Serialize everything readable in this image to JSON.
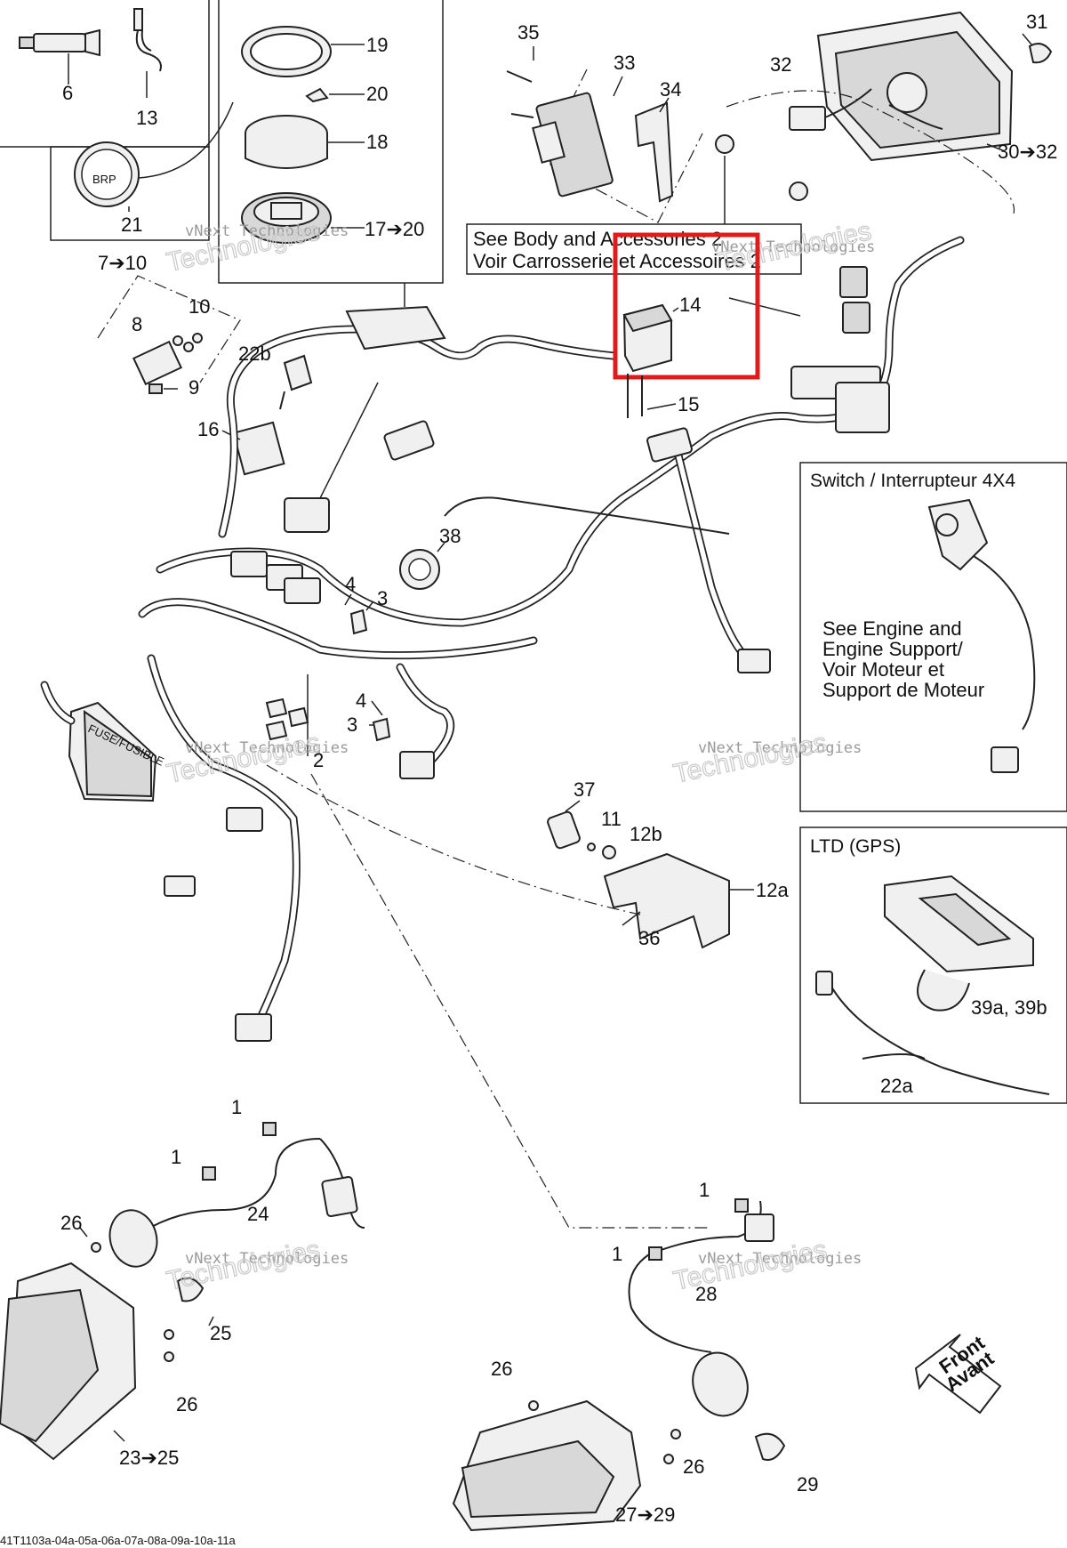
{
  "diagram": {
    "callouts": {
      "c6": "6",
      "c13": "13",
      "c19": "19",
      "c20": "20",
      "c18": "18",
      "c17_20": "17➔20",
      "c21": "21",
      "c35": "35",
      "c33": "33",
      "c34": "34",
      "c32": "32",
      "c31": "31",
      "c30_32": "30➔32",
      "c7_10": "7➔10",
      "c10": "10",
      "c8": "8",
      "c9": "9",
      "c22b": "22b",
      "c16": "16",
      "c14": "14",
      "c15": "15",
      "c38": "38",
      "c4a": "4",
      "c3a": "3",
      "c4b": "4",
      "c3b": "3",
      "c2": "2",
      "c37": "37",
      "c11": "11",
      "c12b": "12b",
      "c12a": "12a",
      "c36": "36",
      "c1a": "1",
      "c1b": "1",
      "c24": "24",
      "c26a": "26",
      "c25": "25",
      "c26b": "26",
      "c23_25": "23➔25",
      "c1c": "1",
      "c1d": "1",
      "c28": "28",
      "c26c": "26",
      "c26d": "26",
      "c29": "29",
      "c27_29": "27➔29",
      "c39": "39a, 39b",
      "c22a": "22a"
    },
    "notes": {
      "body_line1": "See Body and Accessories 2",
      "body_line2": "Voir Carrosserie et Accessoires 2",
      "engine_line1": "See Engine and",
      "engine_line2": "Engine Support/",
      "engine_line3": "Voir Moteur et",
      "engine_line4": "Support de Moteur"
    },
    "boxes": {
      "switch_title": "Switch / Interrupteur 4X4",
      "gps_title": "LTD (GPS)"
    },
    "direction": {
      "line1": "Front",
      "line2": "Avant"
    },
    "watermark": {
      "line1": "vNext Technologies",
      "line2": "Technologies"
    },
    "part_text": {
      "fuse_box": "FUSE/FUSIBLE",
      "gauge_logo": "BRP"
    },
    "drawing_code": "41T1103a-04a-05a-06a-07a-08a-09a-10a-11a",
    "highlight_color": "#e01b1b"
  }
}
